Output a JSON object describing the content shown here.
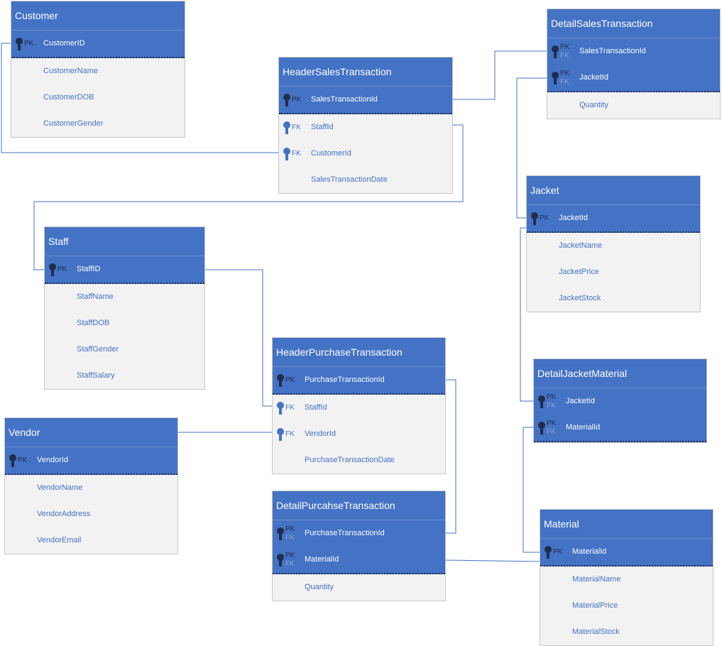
{
  "colors": {
    "header": "#4472c4",
    "body": "#f2f2f2",
    "border": "#c8c8c8",
    "key_icon": "#1f2d4d",
    "connector": "#4472c4"
  },
  "icons": {
    "key": "key-icon"
  },
  "entities": [
    {
      "name": "Customer",
      "fields": [
        {
          "label": "CustomerID",
          "keys": [
            "PK"
          ]
        },
        {
          "label": "CustomerName",
          "keys": []
        },
        {
          "label": "CustomerDOB",
          "keys": []
        },
        {
          "label": "CustomerGender",
          "keys": []
        }
      ]
    },
    {
      "name": "HeaderSalesTransaction",
      "fields": [
        {
          "label": "SalesTransactionId",
          "keys": [
            "PK"
          ]
        },
        {
          "label": "StaffId",
          "keys": [
            "FK"
          ]
        },
        {
          "label": "CustomerId",
          "keys": [
            "FK"
          ]
        },
        {
          "label": "SalesTransactionDate",
          "keys": []
        }
      ]
    },
    {
      "name": "DetailSalesTransaction",
      "fields": [
        {
          "label": "SalesTransactionId",
          "keys": [
            "PK",
            "FK"
          ]
        },
        {
          "label": "JacketId",
          "keys": [
            "PK",
            "FK"
          ]
        },
        {
          "label": "Quantity",
          "keys": []
        }
      ]
    },
    {
      "name": "Jacket",
      "fields": [
        {
          "label": "JacketId",
          "keys": [
            "PK"
          ]
        },
        {
          "label": "JacketName",
          "keys": []
        },
        {
          "label": "JacketPrice",
          "keys": []
        },
        {
          "label": "JacketStock",
          "keys": []
        }
      ]
    },
    {
      "name": "Staff",
      "fields": [
        {
          "label": "StaffID",
          "keys": [
            "PK"
          ]
        },
        {
          "label": "StaffName",
          "keys": []
        },
        {
          "label": "StaffDOB",
          "keys": []
        },
        {
          "label": "StaffGender",
          "keys": []
        },
        {
          "label": "StaffSalary",
          "keys": []
        }
      ]
    },
    {
      "name": "HeaderPurchaseTransaction",
      "fields": [
        {
          "label": "PurchaseTransactionId",
          "keys": [
            "PK"
          ]
        },
        {
          "label": "StaffId",
          "keys": [
            "FK"
          ]
        },
        {
          "label": "VendorId",
          "keys": [
            "FK"
          ]
        },
        {
          "label": "PurchaseTransactionDate",
          "keys": []
        }
      ]
    },
    {
      "name": "DetailJacketMaterial",
      "fields": [
        {
          "label": "JacketId",
          "keys": [
            "PK",
            "FK"
          ]
        },
        {
          "label": "MaterialId",
          "keys": [
            "PK",
            "FK"
          ]
        }
      ]
    },
    {
      "name": "Vendor",
      "fields": [
        {
          "label": "VendorId",
          "keys": [
            "PK"
          ]
        },
        {
          "label": "VendorName",
          "keys": []
        },
        {
          "label": "VendorAddress",
          "keys": []
        },
        {
          "label": "VendorEmail",
          "keys": []
        }
      ]
    },
    {
      "name": "DetailPurcahseTransaction",
      "fields": [
        {
          "label": "PurchaseTransactionId",
          "keys": [
            "PK",
            "FK"
          ]
        },
        {
          "label": "MaterialId",
          "keys": [
            "PK",
            "FK"
          ]
        },
        {
          "label": "Quantity",
          "keys": []
        }
      ]
    },
    {
      "name": "Material",
      "fields": [
        {
          "label": "MaterialId",
          "keys": [
            "PK"
          ]
        },
        {
          "label": "MaterialName",
          "keys": []
        },
        {
          "label": "MaterialPrice",
          "keys": []
        },
        {
          "label": "MaterialStock",
          "keys": []
        }
      ]
    }
  ]
}
